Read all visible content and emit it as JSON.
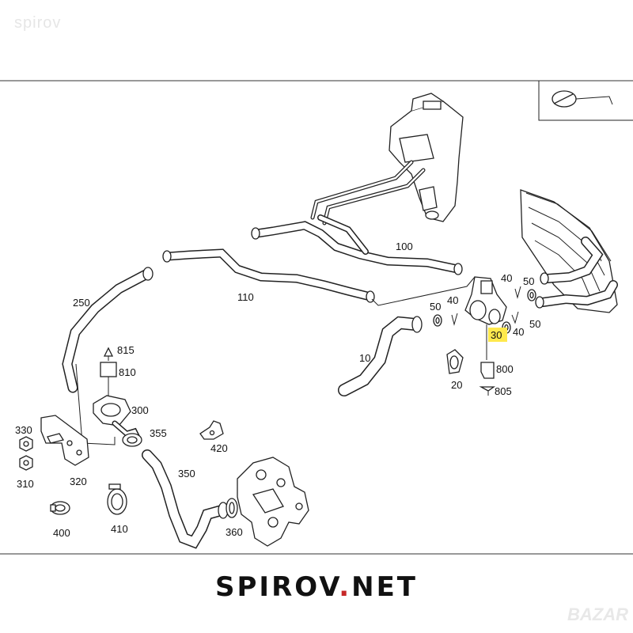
{
  "watermark_top": "spirov",
  "watermark_bottom": "BAZAR",
  "brand": {
    "prefix": "SPIROV",
    "dot": ".",
    "suffix": "NET"
  },
  "highlight_color": "#ffe94d",
  "accent_color": "#c62828",
  "icons": [
    "engine-view-icon"
  ],
  "labels": {
    "p10": "10",
    "p20": "20",
    "p30": "30",
    "p40a": "40",
    "p40b": "40",
    "p40c": "40",
    "p50a": "50",
    "p50b": "50",
    "p50c": "50",
    "p100": "100",
    "p110": "110",
    "p250": "250",
    "p300": "300",
    "p310": "310",
    "p320": "320",
    "p330": "330",
    "p350": "350",
    "p355": "355",
    "p360": "360",
    "p400": "400",
    "p410": "410",
    "p420": "420",
    "p800": "800",
    "p805": "805",
    "p810": "810",
    "p815": "815"
  }
}
